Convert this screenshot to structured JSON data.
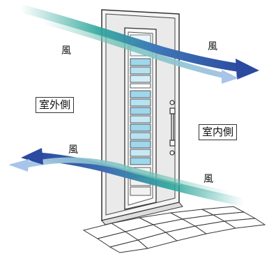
{
  "labels": {
    "wind": "風",
    "outside": "室外側",
    "inside": "室内側"
  },
  "colors": {
    "teal": "#2aa59a",
    "navy": "#2c4aa0",
    "lightblue": "#a8c4e8",
    "door_fill": "#eeeeee",
    "glass": "#9fd7ec"
  }
}
